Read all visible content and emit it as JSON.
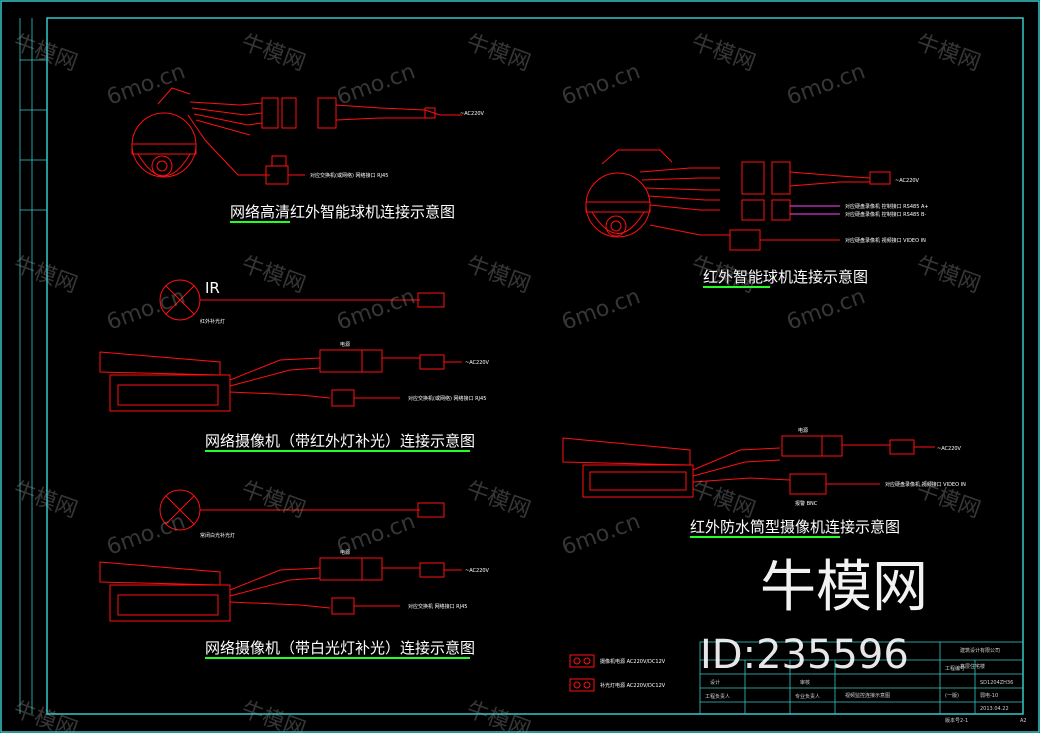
{
  "captions": {
    "dome_hd": "网络高清红外智能球机连接示意图",
    "dome_ir": "红外智能球机连接示意图",
    "ir_camera": "网络摄像机（带红外灯补光）连接示意图",
    "bullet_ir": "红外防水筒型摄像机连接示意图",
    "white_camera": "网络摄像机（带白光灯补光）连接示意图"
  },
  "labels": {
    "ir": "IR",
    "ac220": "~AC220V",
    "power": "电源",
    "ir_lamp": "红外补光灯",
    "white_lamp": "常闭白光补光灯",
    "net_note": "对应交换机(或网络) 网络接口 RJ45",
    "net_note2": "对应交换机 网络接口 RJ45",
    "video_in": "对应硬盘录像机 视频接口 VIDEO IN",
    "rs485_a": "对应硬盘录像机 控制接口 RS485 A+",
    "rs485_b": "对应硬盘录像机 控制接口 RS485 B-",
    "alarm": "报警 BNC",
    "legend1": "摄像机电源 AC220V/DC12V",
    "legend2": "补光灯电源 AC220V/DC12V"
  },
  "watermark": {
    "cn": "牛模网",
    "url": "6mo.cn",
    "brand": "牛模网",
    "id": "ID:235596"
  },
  "titleblock": {
    "company": "建筑设计有限公司",
    "project": "高层住宅楼",
    "drawing": "视频监控连接示意图",
    "designer": "设计",
    "checker": "审核",
    "manager": "工程负责人",
    "approver": "专业负责人",
    "code": "工程编号",
    "number": "SD1204ZH36",
    "sheet": "弱电-10",
    "date": "2013.04.22",
    "rev": "(一版)",
    "sheetno": "版本号2-1",
    "size": "A2"
  },
  "colors": {
    "cad_red": "#ff1010",
    "cad_white": "#ffffff",
    "cad_green": "#22ff22",
    "cad_magenta": "#ff44ff",
    "frame": "#35c8c8"
  }
}
